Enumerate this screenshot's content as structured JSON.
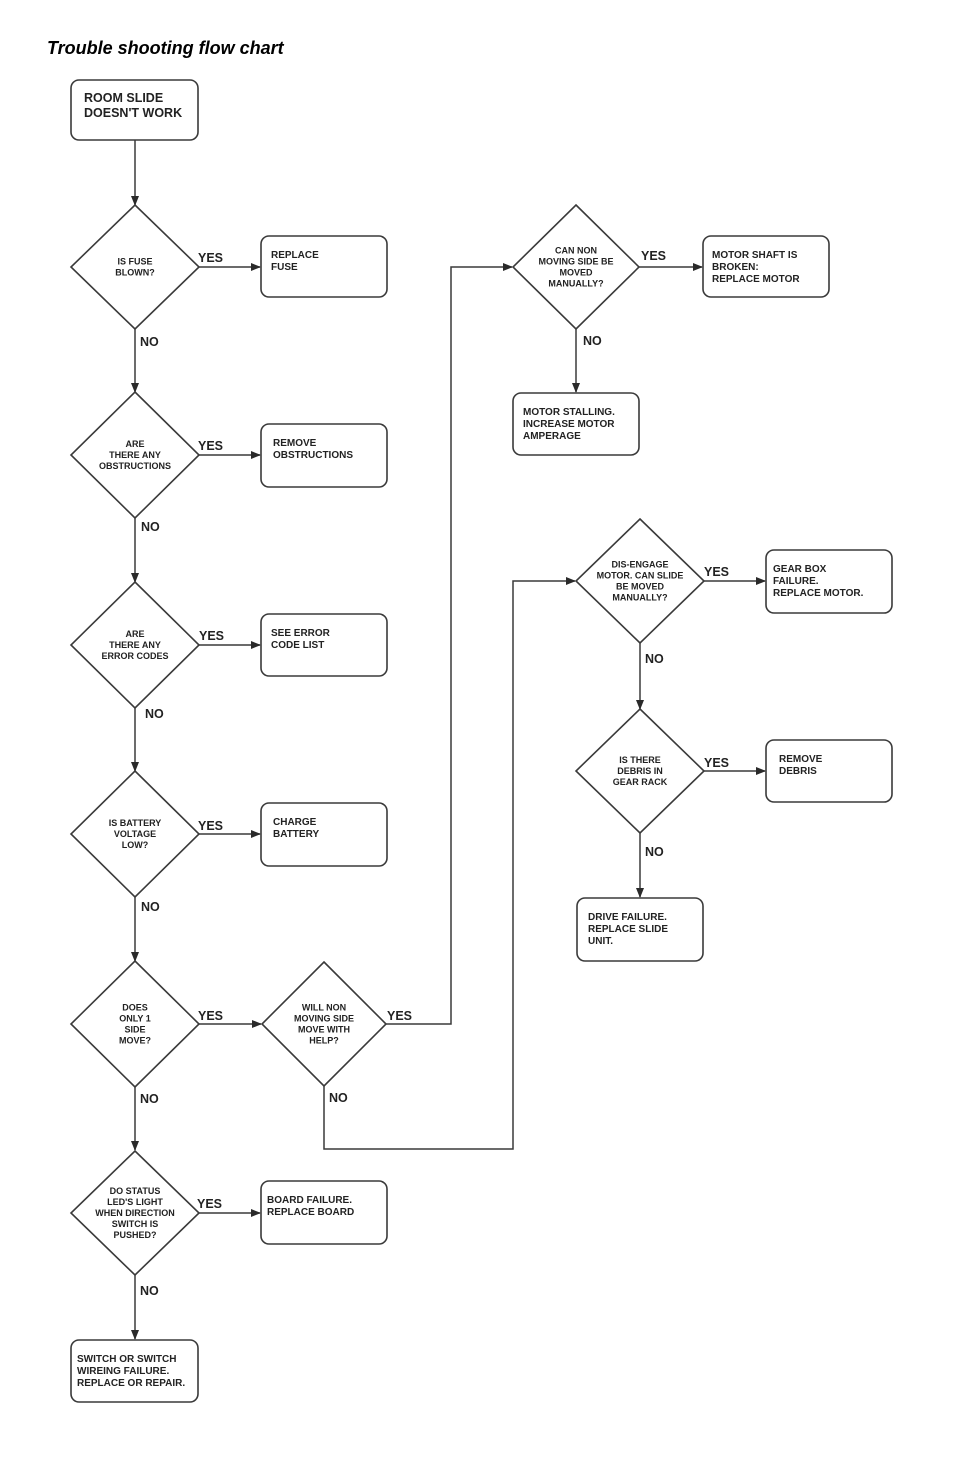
{
  "title": "Trouble shooting flow chart",
  "labels": {
    "yes": "YES",
    "no": "NO"
  },
  "nodes": {
    "start": [
      "ROOM SLIDE",
      "DOESN'T WORK"
    ],
    "q_fuse": [
      "IS FUSE",
      "BLOWN?"
    ],
    "a_fuse": [
      "REPLACE",
      "FUSE"
    ],
    "q_obstructions": [
      "ARE",
      "THERE ANY",
      "OBSTRUCTIONS"
    ],
    "a_obstructions": [
      "REMOVE",
      "OBSTRUCTIONS"
    ],
    "q_error_codes": [
      "ARE",
      "THERE ANY",
      "ERROR CODES"
    ],
    "a_error_codes": [
      "SEE ERROR",
      "CODE LIST"
    ],
    "q_battery": [
      "IS BATTERY",
      "VOLTAGE",
      "LOW?"
    ],
    "a_battery": [
      "CHARGE",
      "BATTERY"
    ],
    "q_one_side": [
      "DOES",
      "ONLY 1",
      "SIDE",
      "MOVE?"
    ],
    "q_will_non_moving": [
      "WILL NON",
      "MOVING SIDE",
      "MOVE WITH",
      "HELP?"
    ],
    "q_can_non_moving": [
      "CAN NON",
      "MOVING SIDE BE",
      "MOVED",
      "MANUALLY?"
    ],
    "a_motor_shaft": [
      "MOTOR SHAFT IS",
      "BROKEN:",
      "REPLACE MOTOR"
    ],
    "a_motor_stalling": [
      "MOTOR STALLING.",
      "INCREASE MOTOR",
      "AMPERAGE"
    ],
    "q_disengage": [
      "DIS-ENGAGE",
      "MOTOR. CAN SLIDE",
      "BE MOVED",
      "MANUALLY?"
    ],
    "a_gear_box": [
      "GEAR BOX",
      "FAILURE.",
      "REPLACE MOTOR."
    ],
    "q_debris": [
      "IS THERE",
      "DEBRIS IN",
      "GEAR RACK"
    ],
    "a_debris": [
      "REMOVE",
      "DEBRIS"
    ],
    "a_drive_failure": [
      "DRIVE FAILURE.",
      "REPLACE SLIDE",
      "UNIT."
    ],
    "q_status_leds": [
      "DO STATUS",
      "LED'S LIGHT",
      "WHEN DIRECTION",
      "SWITCH IS",
      "PUSHED?"
    ],
    "a_board_failure": [
      "BOARD FAILURE.",
      "REPLACE BOARD"
    ],
    "a_switch_failure": [
      "SWITCH OR SWITCH",
      "WIREING FAILURE.",
      "REPLACE OR REPAIR."
    ]
  }
}
